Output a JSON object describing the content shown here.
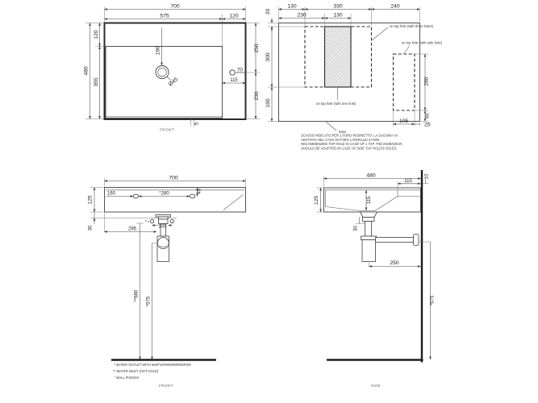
{
  "views": {
    "top": {
      "label": "FRONT",
      "dims": {
        "w700": "700",
        "w575": "575",
        "w120": "120",
        "h480": "480",
        "h120": "120",
        "h355": "355",
        "h250": "250",
        "h230": "230",
        "v190": "190",
        "dia45": "Ø45",
        "t70": "70",
        "t115": "115",
        "lip5": "5"
      }
    },
    "base": {
      "label": "base",
      "dims": {
        "v20": "20",
        "w130": "130",
        "w330": "330",
        "w240": "240",
        "w230": "230",
        "w130b": "130",
        "h300": "300",
        "h160": "160",
        "h280": "280",
        "h45": "45",
        "w25": "25",
        "w105": "105"
      },
      "callouts": {
        "three": "on top hole (with three holes)",
        "side": "on top hole (with side hole)",
        "one": "on top hole (with one hole)",
        "base": "base"
      },
      "notes": [
        "SCASSO INDICATO PER 1 FORO RUBINETTO. LA SAGOMA VA",
        "ADATTATA NEL CASO DI FORO LATERALE/ 3 FORI.",
        "RECOMMENDED TOP HOLE IN CASE OF 1 TAP. THE DIMENSION",
        "SHOULD BE ADAPTED IN CASE OF SIDE TAP HOLE/3 HOLES."
      ]
    },
    "front": {
      "label": "FRONT",
      "dims": {
        "w700": "700",
        "w160": "160",
        "w280": "°280",
        "v45": "45",
        "h125": "125",
        "v30": "30",
        "w295": "295",
        "w100": "100",
        "h680": "**680",
        "h575": "*575"
      },
      "notes": [
        "* WATER OUTLET WITH 56SP16FN/56FBR/56FOM",
        "** WATER INLET  (HOT-COLD)",
        "° WALL FIXINGS"
      ]
    },
    "side": {
      "label": "SIDE",
      "dims": {
        "d480": "480",
        "d115": "115",
        "v10": "10",
        "h125": "125",
        "d115i": "115",
        "v30": "30",
        "d250": "250",
        "h575": "*575"
      }
    }
  }
}
